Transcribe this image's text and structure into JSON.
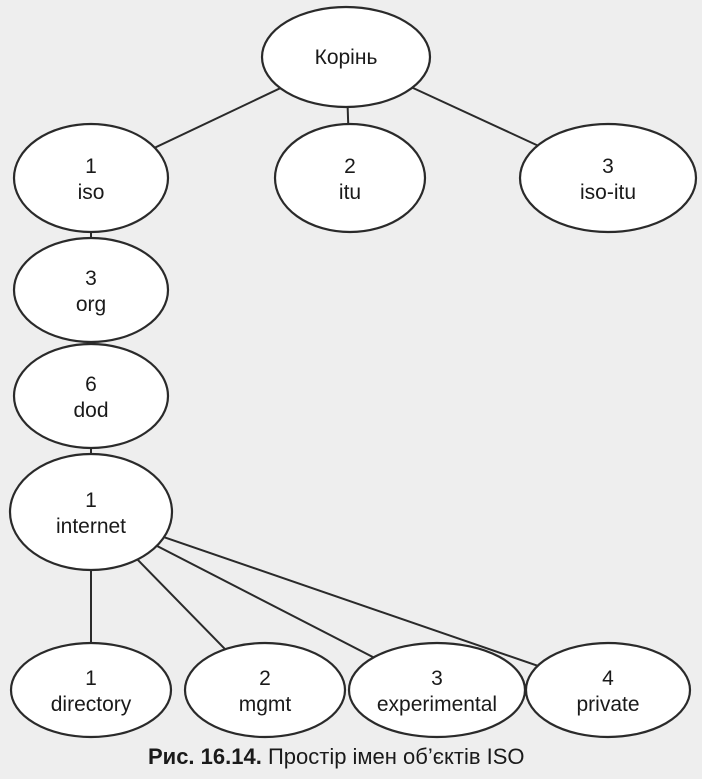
{
  "diagram": {
    "nodes": [
      {
        "id": "root",
        "number": "",
        "label": "Корінь"
      },
      {
        "id": "iso",
        "number": "1",
        "label": "iso"
      },
      {
        "id": "itu",
        "number": "2",
        "label": "itu"
      },
      {
        "id": "iso-itu",
        "number": "3",
        "label": "iso-itu"
      },
      {
        "id": "org",
        "number": "3",
        "label": "org"
      },
      {
        "id": "dod",
        "number": "6",
        "label": "dod"
      },
      {
        "id": "internet",
        "number": "1",
        "label": "internet"
      },
      {
        "id": "directory",
        "number": "1",
        "label": "directory"
      },
      {
        "id": "mgmt",
        "number": "2",
        "label": "mgmt"
      },
      {
        "id": "experimental",
        "number": "3",
        "label": "experimental"
      },
      {
        "id": "private",
        "number": "4",
        "label": "private"
      }
    ],
    "edges": [
      [
        "root",
        "iso"
      ],
      [
        "root",
        "itu"
      ],
      [
        "root",
        "iso-itu"
      ],
      [
        "iso",
        "org"
      ],
      [
        "org",
        "dod"
      ],
      [
        "dod",
        "internet"
      ],
      [
        "internet",
        "directory"
      ],
      [
        "internet",
        "mgmt"
      ],
      [
        "internet",
        "experimental"
      ],
      [
        "internet",
        "private"
      ]
    ]
  },
  "caption": {
    "label": "Рис. 16.14.",
    "text": "Простір імен об’єктів ISO"
  }
}
